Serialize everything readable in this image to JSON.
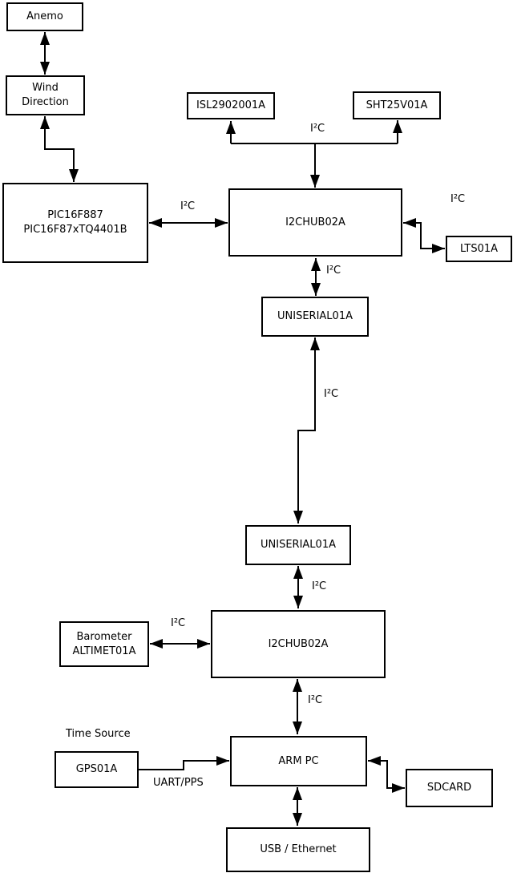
{
  "colors": {
    "background": "#ffffff",
    "line": "#000000",
    "box_fill": "#ffffff",
    "text": "#000000"
  },
  "nodes": {
    "anemo": {
      "label": "Anemo"
    },
    "wind_direction": {
      "line1": "Wind",
      "line2": "Direction"
    },
    "pic": {
      "line1": "PIC16F887",
      "line2": "PIC16F87xTQ4401B"
    },
    "isl": {
      "label": "ISL2902001A"
    },
    "sht": {
      "label": "SHT25V01A"
    },
    "i2chub1": {
      "label": "I2CHUB02A"
    },
    "lts": {
      "label": "LTS01A"
    },
    "uniserial1": {
      "label": "UNISERIAL01A"
    },
    "uniserial2": {
      "label": "UNISERIAL01A"
    },
    "i2chub2": {
      "label": "I2CHUB02A"
    },
    "barometer": {
      "line1": "Barometer",
      "line2": "ALTIMET01A"
    },
    "gps": {
      "label": "GPS01A"
    },
    "armpc": {
      "label": "ARM PC"
    },
    "sdcard": {
      "label": "SDCARD"
    },
    "usb_ethernet": {
      "label": "USB / Ethernet"
    }
  },
  "edge_labels": {
    "i2c_pic_hub1": "I²C",
    "i2c_hub1_sensors": "I²C",
    "i2c_hub1_lts": "I²C",
    "i2c_hub1_uniserial1": "I²C",
    "i2c_uniserial_link": "I²C",
    "i2c_uniserial2_hub2": "I²C",
    "i2c_barometer_hub2": "I²C",
    "i2c_hub2_armpc": "I²C",
    "uart_pps": "UART/PPS",
    "time_source": "Time Source"
  }
}
